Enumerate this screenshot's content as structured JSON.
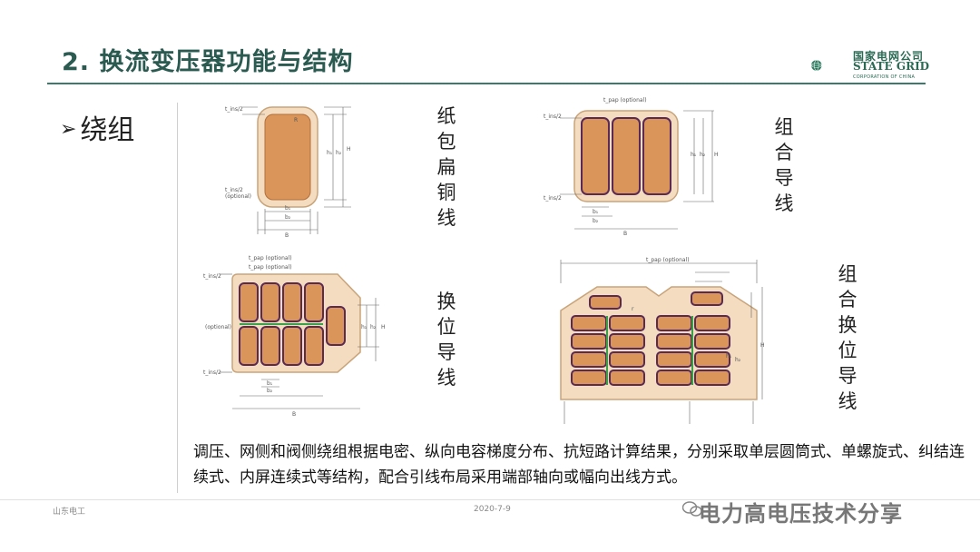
{
  "header": {
    "title": "2. 换流变压器功能与结构",
    "logo_cn": "国家电网公司",
    "logo_en": "STATE GRID",
    "logo_sub": "CORPORATION OF CHINA"
  },
  "bullet": {
    "text": "绕组"
  },
  "diagrams": [
    {
      "label": [
        "纸",
        "包",
        "扁",
        "铜",
        "线"
      ]
    },
    {
      "label": [
        "组",
        "合",
        "导",
        "线"
      ]
    },
    {
      "label": [
        "换",
        "位",
        "导",
        "线"
      ]
    },
    {
      "label": [
        "组",
        "合",
        "换",
        "位",
        "导",
        "线"
      ]
    }
  ],
  "dims": {
    "tins2": "t_ins/2",
    "tins2_opt": "(optional)",
    "R": "R",
    "r": "r",
    "h1": "h₁",
    "h2": "h₂",
    "H": "H",
    "b1": "b₁",
    "b2": "b₂",
    "B": "B",
    "tpap_opt": "t_pap (optional)"
  },
  "description": "调压、网侧和阀侧绕组根据电密、纵向电容梯度分布、抗短路计算结果，分别采取单层圆筒式、单螺旋式、纠结连续式、内屏连续式等结构，配合引线布局采用端部轴向或幅向出线方式。",
  "footer": {
    "left": "山东电工",
    "date": "2020-7-9",
    "watermark": "电力高电压技术分享"
  },
  "colors": {
    "title": "#2a5a50",
    "rule": "#3d7a6c",
    "insulation": "#f3dcc0",
    "copper": "#d9955a",
    "divider": "#5a2a55"
  }
}
